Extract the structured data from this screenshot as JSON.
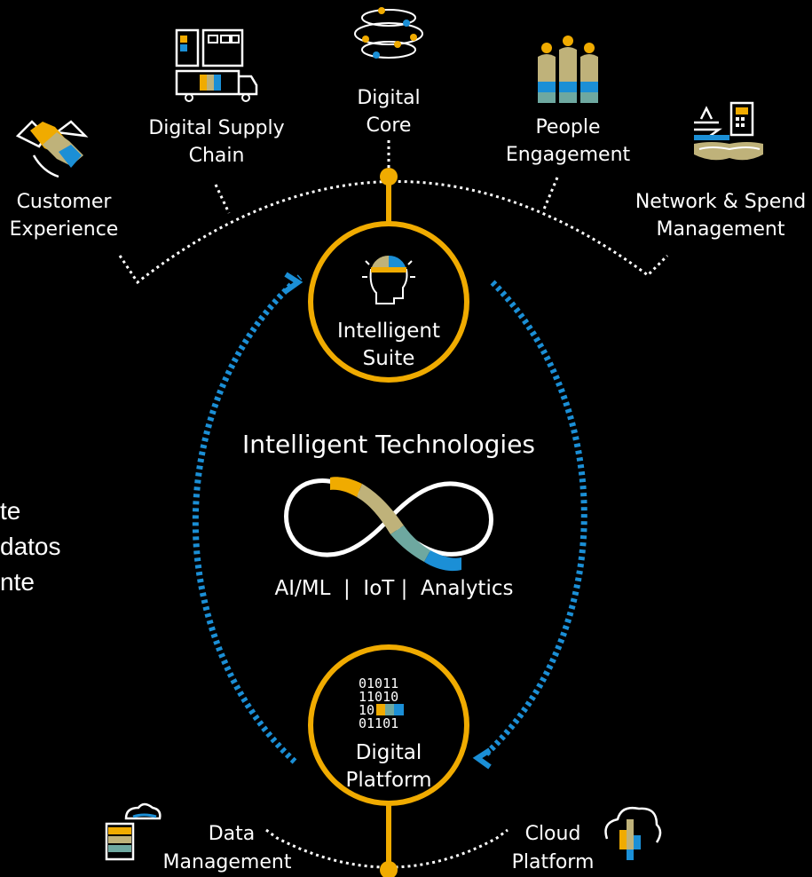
{
  "colors": {
    "gold": "#F0AB00",
    "blue": "#1B8FD6",
    "khaki": "#BFB27A",
    "teal": "#6EA8A0",
    "background": "#000000",
    "text": "#FFFFFF"
  },
  "top_nodes": {
    "customer_experience": [
      "Customer",
      "Experience"
    ],
    "digital_supply_chain": [
      "Digital Supply",
      "Chain"
    ],
    "digital_core": [
      "Digital",
      "Core"
    ],
    "people_engagement": [
      "People",
      "Engagement"
    ],
    "network_spend": [
      "Network & Spend",
      "Management"
    ]
  },
  "intelligent_suite": [
    "Intelligent",
    "Suite"
  ],
  "center": {
    "title": "Intelligent Technologies",
    "subtitle": "AI/ML  |  IoT |  Analytics"
  },
  "digital_platform": {
    "binary": [
      "01011",
      "11010",
      "10",
      "01101"
    ],
    "label": [
      "Digital",
      "Platform"
    ]
  },
  "bottom_nodes": {
    "data_management": [
      "Data",
      "Management"
    ],
    "cloud_platform": [
      "Cloud",
      "Platform"
    ]
  },
  "side_text": [
    "te",
    "datos",
    "nte"
  ]
}
